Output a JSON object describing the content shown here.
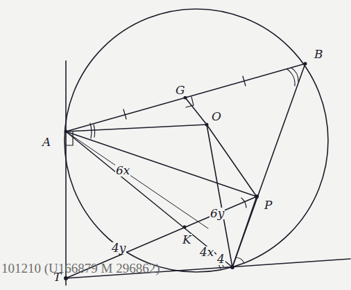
{
  "diagram": {
    "labels": [
      "A",
      "B",
      "G",
      "O",
      "P",
      "6x",
      "6y",
      "K",
      "4x",
      "4",
      "4y",
      "T",
      "101210 (U166879 M 296862)"
    ]
  }
}
